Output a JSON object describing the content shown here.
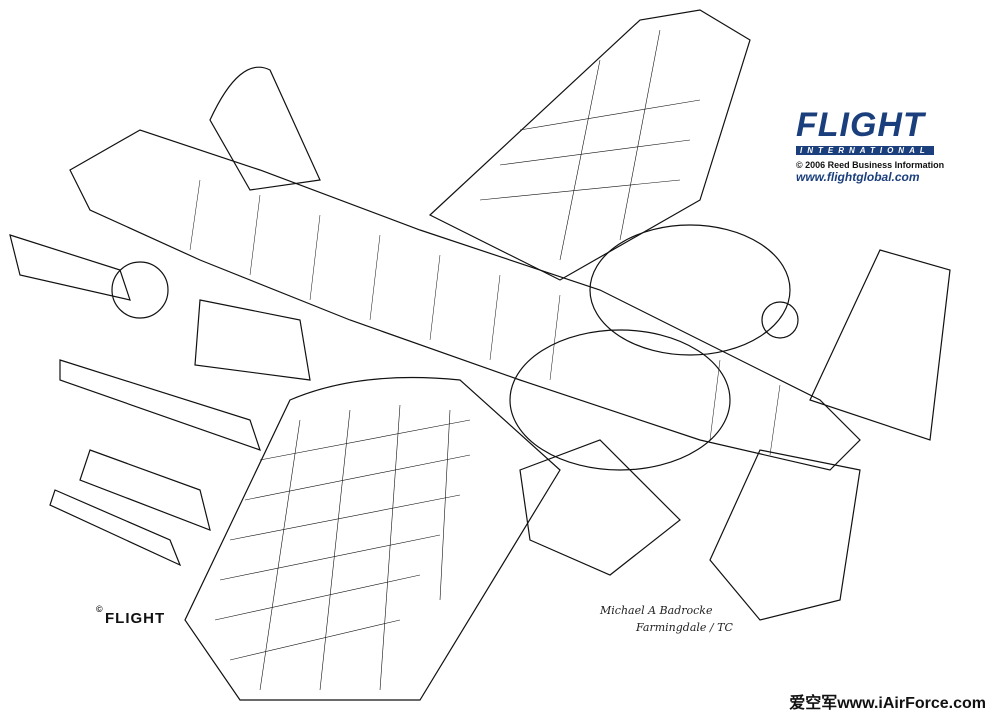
{
  "brand": {
    "logo_text": "FLIGHT",
    "sub_text": "INTERNATIONAL",
    "copyright": "© 2006 Reed Business Information",
    "url": "www.flightglobal.com"
  },
  "small_logo": {
    "text": "FLIGHT",
    "copyright_mark": "©"
  },
  "signature": {
    "line1": "Michael A Badrocke",
    "line2": "Farmingdale / TC"
  },
  "watermark": {
    "text": "爱空军www.iAirForce.com"
  },
  "colors": {
    "brand_blue": "#1b3f7c",
    "ink": "#111111",
    "paper": "#ffffff"
  }
}
